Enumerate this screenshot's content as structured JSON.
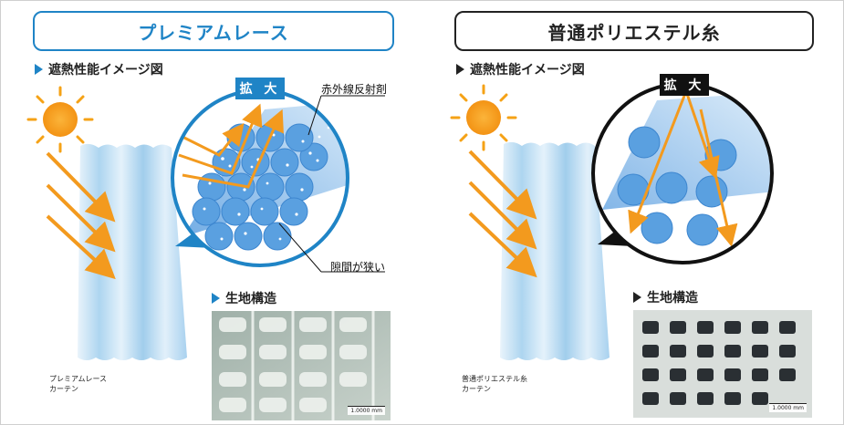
{
  "left_panel": {
    "title": "プレミアムレース",
    "section_heat": "遮熱性能イメージ図",
    "badge": "拡 大",
    "callout_top": "赤外線反射剤",
    "callout_bottom": "隙間が狭い",
    "section_fabric": "生地構造",
    "curtain_caption": "プレミアムレース\nカーテン",
    "scale": "1.0000 mm"
  },
  "right_panel": {
    "title": "普通ポリエステル糸",
    "section_heat": "遮熱性能イメージ図",
    "badge": "拡 大",
    "section_fabric": "生地構造",
    "curtain_caption": "普通ポリエステル糸\nカーテン",
    "scale": "1.0000 mm"
  },
  "colors": {
    "accent_blue": "#1f84c6",
    "arrow_orange": "#f39a1e",
    "sun": "#f5a216",
    "fiber_blue": "#5aa0e0"
  },
  "icons": [
    "sun-icon",
    "triangle-bullet-icon",
    "heat-arrow-icon"
  ]
}
